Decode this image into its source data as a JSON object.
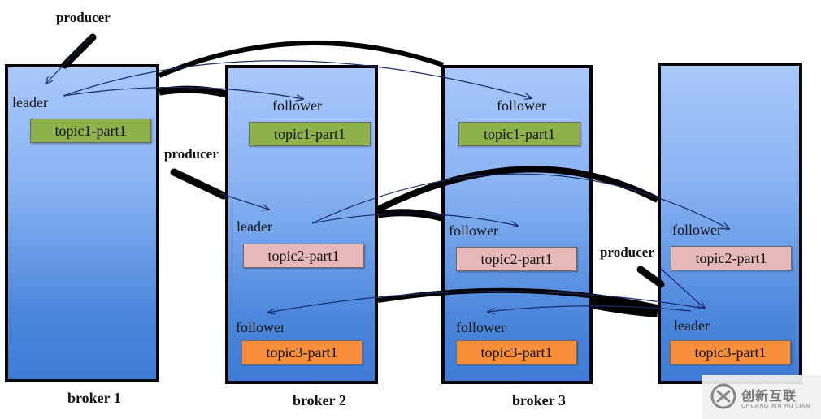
{
  "producers": [
    "producer",
    "producer",
    "producer"
  ],
  "brokers": [
    {
      "name": "broker 1",
      "roles": [
        "leader"
      ],
      "partitions": [
        "topic1-part1"
      ]
    },
    {
      "name": "broker 2",
      "roles": [
        "follower",
        "leader",
        "follower"
      ],
      "partitions": [
        "topic1-part1",
        "topic2-part1",
        "topic3-part1"
      ]
    },
    {
      "name": "broker 3",
      "roles": [
        "follower",
        "follower",
        "follower"
      ],
      "partitions": [
        "topic1-part1",
        "topic2-part1",
        "topic3-part1"
      ]
    },
    {
      "name": "",
      "roles": [
        "follower",
        "leader"
      ],
      "partitions": [
        "topic2-part1",
        "topic3-part1"
      ]
    }
  ],
  "colors": {
    "topic1": "#8fb14a",
    "topic2": "#e7b8b8",
    "topic3": "#f68e3a",
    "broker": "#86b1f1"
  },
  "watermark": {
    "main": "创新互联",
    "sub": "CHUANG XIN HU LIAN"
  }
}
